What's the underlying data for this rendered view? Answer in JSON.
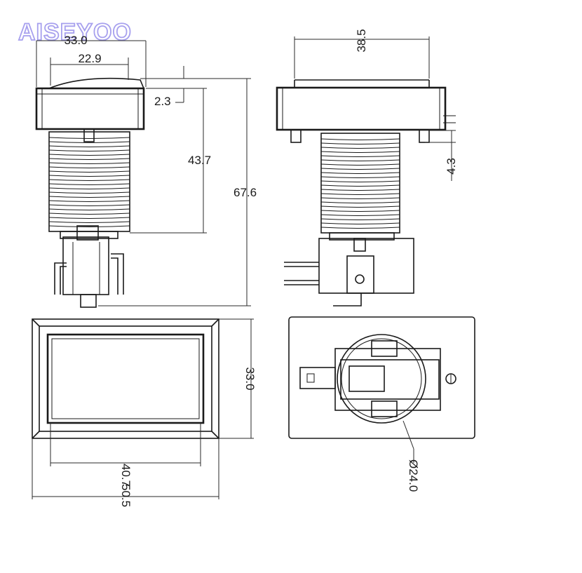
{
  "brand": {
    "logo_text": "AISEYOO",
    "logo_color": "#a7a0ee"
  },
  "dimensions": {
    "cap_width": "33.0",
    "cap_top_width": "22.9",
    "cap_height": "2.3",
    "body_height": "43.7",
    "overall_height": "67.6",
    "side_width": "38.5",
    "pin_length": "4.3",
    "front_height": "33.0",
    "inner_width": "40.7",
    "outer_width": "50.5",
    "mount_diameter": "Ø24.0"
  }
}
